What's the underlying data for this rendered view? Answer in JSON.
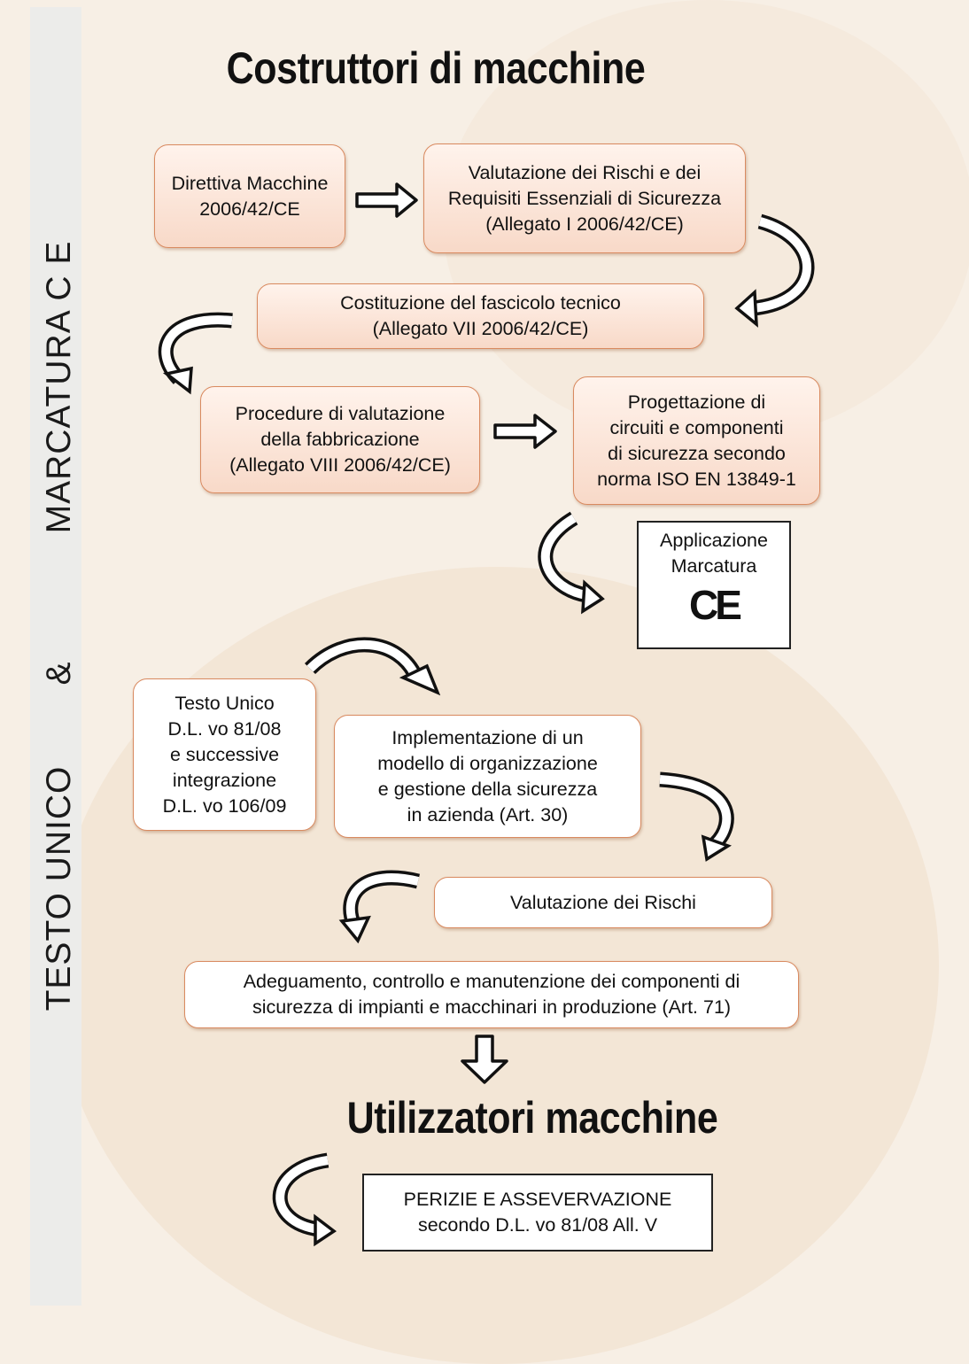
{
  "sidebar": {
    "part1": "TESTO UNICO",
    "part2": "&",
    "part3": "MARCATURA C E"
  },
  "titles": {
    "top": "Costruttori di macchine",
    "bottom": "Utilizzatori macchine"
  },
  "boxes": {
    "direttiva": [
      "Direttiva Macchine",
      "2006/42/CE"
    ],
    "valutazione_requisiti": [
      "Valutazione dei Rischi e dei",
      "Requisiti Essenziali di Sicurezza",
      "(Allegato I 2006/42/CE)"
    ],
    "fascicolo": [
      "Costituzione del fascicolo tecnico",
      "(Allegato VII 2006/42/CE)"
    ],
    "procedure": [
      "Procedure di valutazione",
      "della fabbricazione",
      "(Allegato VIII 2006/42/CE)"
    ],
    "progettazione": [
      "Progettazione di",
      "circuiti e componenti",
      "di sicurezza secondo",
      "norma ISO EN 13849-1"
    ],
    "marcatura": [
      "Applicazione",
      "Marcatura",
      "CE"
    ],
    "testo_unico": [
      "Testo Unico",
      "D.L. vo 81/08",
      "e successive",
      "integrazione",
      "D.L. vo 106/09"
    ],
    "implementazione": [
      "Implementazione di un",
      "modello di organizzazione",
      "e gestione della sicurezza",
      "in azienda (Art. 30)"
    ],
    "valutazione_rischi": [
      "Valutazione dei Rischi"
    ],
    "adeguamento": [
      "Adeguamento, controllo e manutenzione dei componenti di",
      "sicurezza di impianti e macchinari in produzione (Art. 71)"
    ],
    "perizie": [
      "PERIZIE E ASSEVERVAZIONE",
      "secondo D.L. vo 81/08 All. V"
    ]
  }
}
